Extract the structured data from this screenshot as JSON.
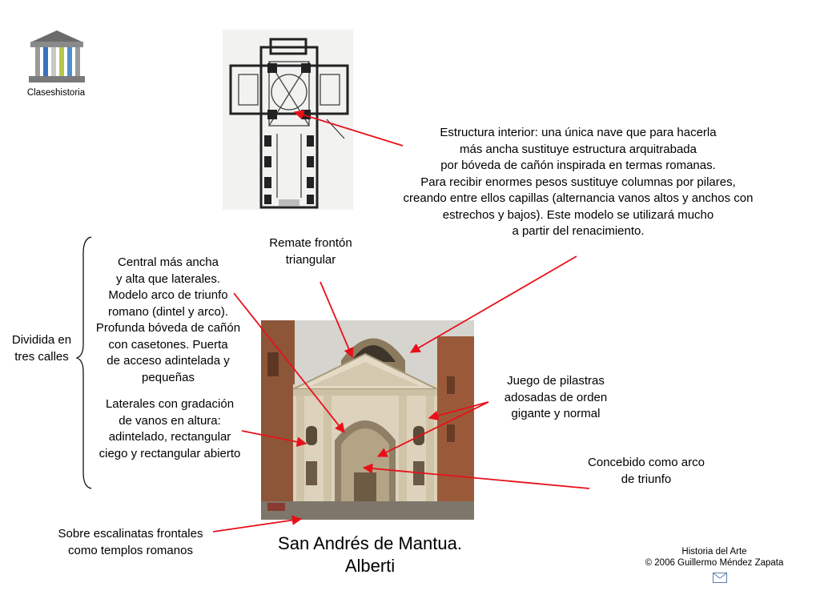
{
  "logo": {
    "label": "Claseshistoria",
    "icon": "greek-temple-icon"
  },
  "annotations": {
    "interior": [
      "Estructura interior: una única nave que para hacerla",
      "más ancha sustituye estructura arquitrabada",
      "por bóveda de cañón inspirada en termas romanas.",
      "Para recibir enormes pesos sustituye columnas por pilares,",
      "creando entre ellos capillas (alternancia vanos altos y anchos con",
      "estrechos y bajos). Este modelo se utilizará mucho",
      "a partir del renacimiento."
    ],
    "remate": [
      "Remate frontón",
      "triangular"
    ],
    "central": [
      "Central más ancha",
      "y alta que laterales.",
      "Modelo arco de triunfo",
      "romano (dintel y arco).",
      "Profunda bóveda de cañón",
      "con casetones. Puerta",
      "de acceso adintelada y",
      "pequeñas"
    ],
    "dividida": [
      "Dividida en",
      "tres calles"
    ],
    "laterales": [
      "Laterales con gradación",
      "de vanos en altura:",
      "adintelado, rectangular",
      "ciego y rectangular abierto"
    ],
    "pilastras": [
      "Juego de pilastras",
      "adosadas de orden",
      "gigante y normal"
    ],
    "arco": [
      "Concebido como arco",
      "de triunfo"
    ],
    "escalinatas": [
      "Sobre escalinatas frontales",
      "como templos romanos"
    ]
  },
  "title": [
    "San Andrés de Mantua.",
    "Alberti"
  ],
  "footer": {
    "line1": "Historia del Arte",
    "line2": "© 2006 Guillermo Méndez Zapata",
    "icon": "mail-icon"
  },
  "colors": {
    "arrow": "#e8101a",
    "stone": "#d9cdb6",
    "brick": "#9a5a3a",
    "sky": "#d6d4cf"
  }
}
